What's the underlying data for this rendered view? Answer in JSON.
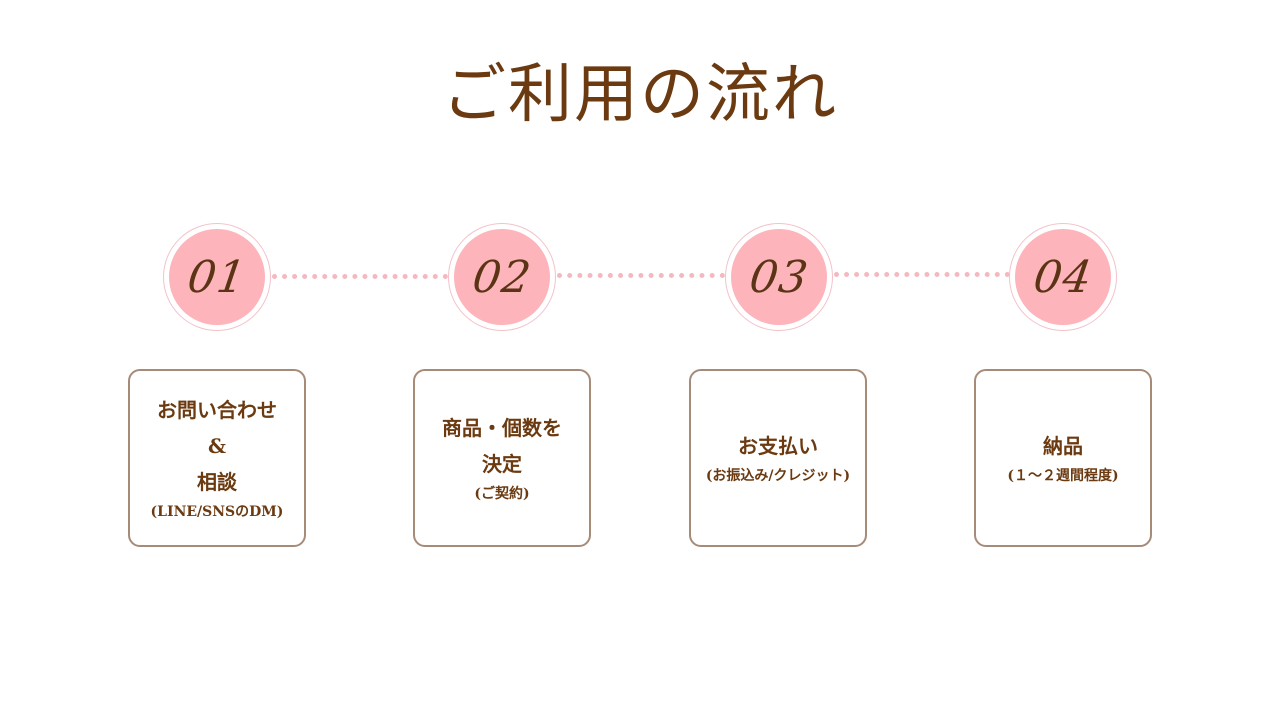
{
  "title": "ご利用の流れ",
  "steps": [
    {
      "number": "01",
      "lines": [
        "お問い合わせ",
        "&",
        "相談"
      ],
      "sub": "(LINE/SNSのDM)"
    },
    {
      "number": "02",
      "lines": [
        "商品・個数を",
        "決定"
      ],
      "sub": "(ご契約)"
    },
    {
      "number": "03",
      "lines": [
        "お支払い"
      ],
      "sub": "(お振込み/クレジット)"
    },
    {
      "number": "04",
      "lines": [
        "納品"
      ],
      "sub": "(１～２週間程度)"
    }
  ],
  "colors": {
    "title": "#6b3a10",
    "circle_fill": "#fdb4bb",
    "dots": "#f4b9c0",
    "card_border": "#a68b78"
  }
}
